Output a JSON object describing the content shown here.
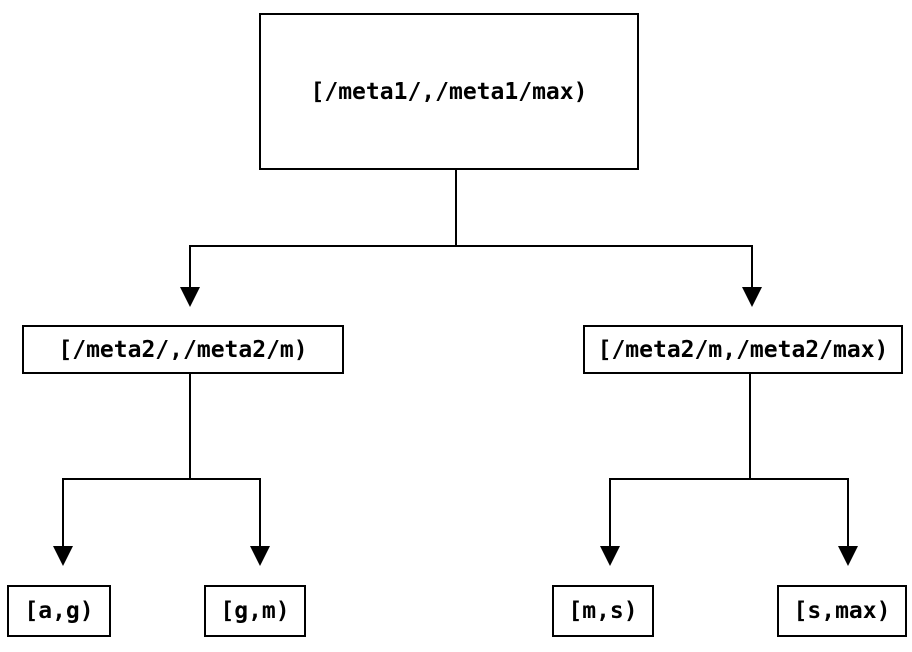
{
  "diagram": {
    "type": "tree",
    "nodes": {
      "root": "[/meta1/,/meta1/max)",
      "left_child": "[/meta2/,/meta2/m)",
      "right_child": "[/meta2/m,/meta2/max)",
      "leaf_ag": "[a,g)",
      "leaf_gm": "[g,m)",
      "leaf_ms": "[m,s)",
      "leaf_smax": "[s,max)"
    },
    "edges": [
      [
        "root",
        "left_child"
      ],
      [
        "root",
        "right_child"
      ],
      [
        "left_child",
        "leaf_ag"
      ],
      [
        "left_child",
        "leaf_gm"
      ],
      [
        "right_child",
        "leaf_ms"
      ],
      [
        "right_child",
        "leaf_smax"
      ]
    ],
    "colors": {
      "line": "#000000",
      "text": "#000000",
      "background": "#ffffff"
    }
  }
}
